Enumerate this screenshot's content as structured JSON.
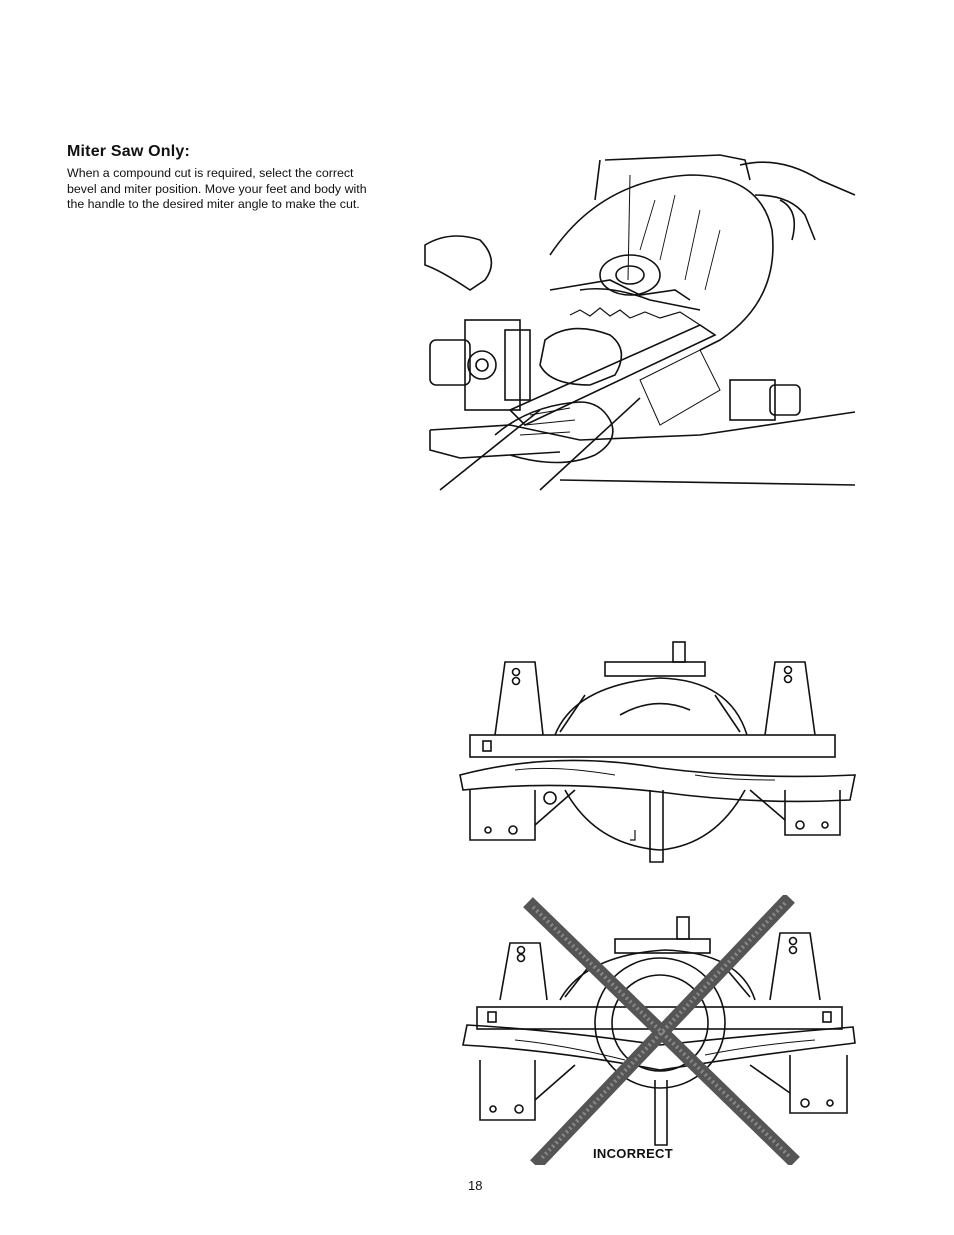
{
  "section": {
    "heading": "Miter Saw Only:",
    "lines": [
      "When a compound cut is required, select the correct",
      "bevel and miter position. Move your feet and body with",
      "the handle to the  desired miter angle to make the cut."
    ]
  },
  "figures": {
    "incorrect_caption": "INCORRECT"
  },
  "page_number": "18"
}
